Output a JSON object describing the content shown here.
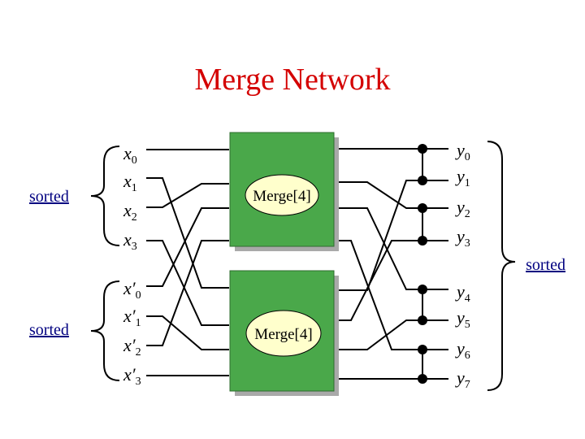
{
  "title": "Merge Network",
  "colors": {
    "title": "#d40000",
    "box_fill": "#4aa84a",
    "box_shadow": "#a9a9a9",
    "ellipse_fill": "#ffffcc",
    "label": "#000080",
    "line": "#000000"
  },
  "labels": {
    "left_top": "sorted",
    "left_bottom": "sorted",
    "right": "sorted"
  },
  "boxes": {
    "top": "Merge[4]",
    "bottom": "Merge[4]"
  },
  "inputs_top": [
    {
      "base": "x",
      "prime": "",
      "sub": "0"
    },
    {
      "base": "x",
      "prime": "",
      "sub": "1"
    },
    {
      "base": "x",
      "prime": "",
      "sub": "2"
    },
    {
      "base": "x",
      "prime": "",
      "sub": "3"
    }
  ],
  "inputs_bottom": [
    {
      "base": "x",
      "prime": "′",
      "sub": "0"
    },
    {
      "base": "x",
      "prime": "′",
      "sub": "1"
    },
    {
      "base": "x",
      "prime": "′",
      "sub": "2"
    },
    {
      "base": "x",
      "prime": "′",
      "sub": "3"
    }
  ],
  "outputs": [
    {
      "base": "y",
      "sub": "0"
    },
    {
      "base": "y",
      "sub": "1"
    },
    {
      "base": "y",
      "sub": "2"
    },
    {
      "base": "y",
      "sub": "3"
    },
    {
      "base": "y",
      "sub": "4"
    },
    {
      "base": "y",
      "sub": "5"
    },
    {
      "base": "y",
      "sub": "6"
    },
    {
      "base": "y",
      "sub": "7"
    }
  ]
}
